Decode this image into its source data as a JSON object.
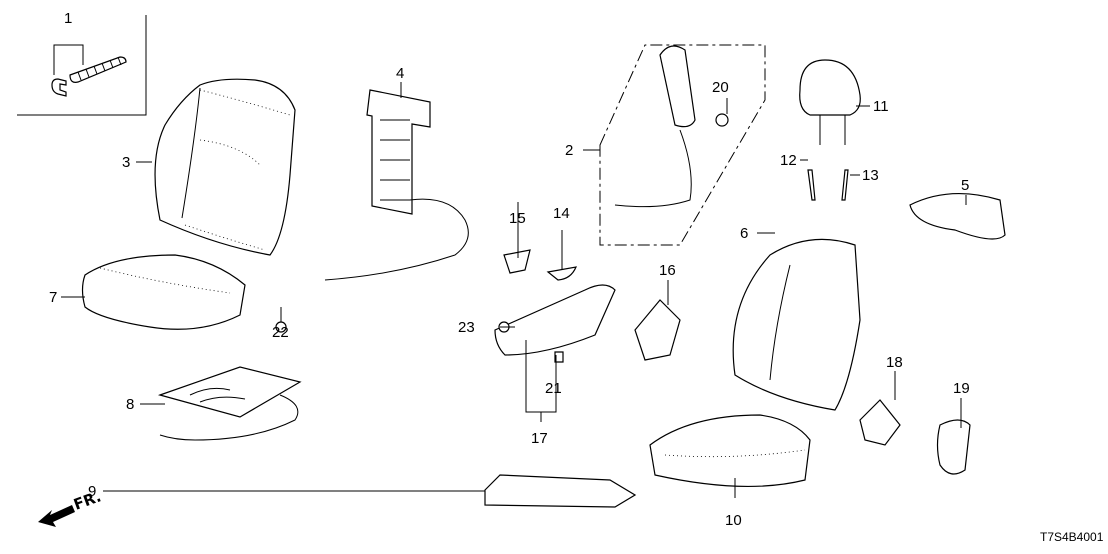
{
  "diagram": {
    "title": "Seat parts diagram",
    "code": "T7S4B4001",
    "direction_label": "FR.",
    "callouts": [
      {
        "id": "1",
        "label": "1"
      },
      {
        "id": "2",
        "label": "2"
      },
      {
        "id": "3",
        "label": "3"
      },
      {
        "id": "4",
        "label": "4"
      },
      {
        "id": "5",
        "label": "5"
      },
      {
        "id": "6",
        "label": "6"
      },
      {
        "id": "7",
        "label": "7"
      },
      {
        "id": "8",
        "label": "8"
      },
      {
        "id": "9",
        "label": "9"
      },
      {
        "id": "10",
        "label": "10"
      },
      {
        "id": "11",
        "label": "11"
      },
      {
        "id": "12",
        "label": "12"
      },
      {
        "id": "13",
        "label": "13"
      },
      {
        "id": "14",
        "label": "14"
      },
      {
        "id": "15",
        "label": "15"
      },
      {
        "id": "16",
        "label": "16"
      },
      {
        "id": "17",
        "label": "17"
      },
      {
        "id": "18",
        "label": "18"
      },
      {
        "id": "19",
        "label": "19"
      },
      {
        "id": "20",
        "label": "20"
      },
      {
        "id": "21",
        "label": "21"
      },
      {
        "id": "22",
        "label": "22"
      },
      {
        "id": "23",
        "label": "23"
      }
    ]
  }
}
